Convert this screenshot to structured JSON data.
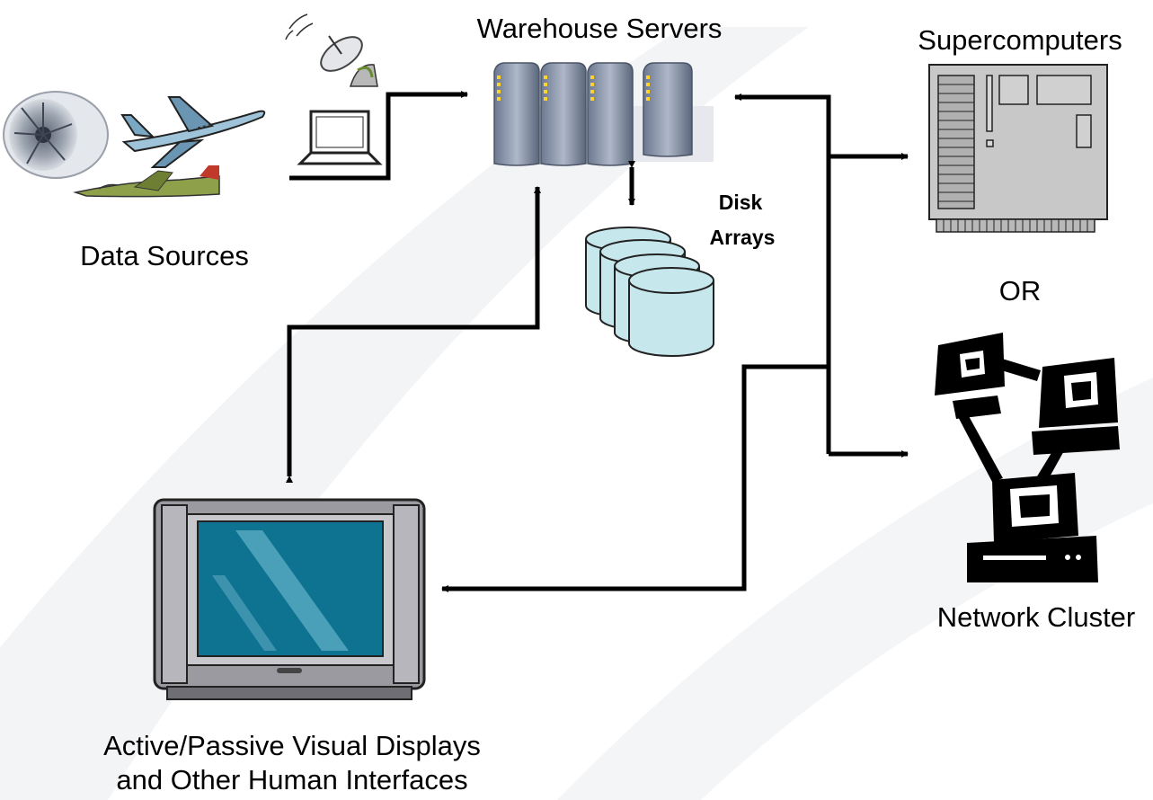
{
  "labels": {
    "warehouse": "Warehouse Servers",
    "supercomputers": "Supercomputers",
    "data_sources": "Data Sources",
    "disk_line1": "Disk",
    "disk_line2": "Arrays",
    "or": "OR",
    "network_cluster": "Network Cluster",
    "displays_line1": "Active/Passive Visual Displays",
    "displays_line2": "and Other Human Interfaces"
  },
  "colors": {
    "server_front": "#8a95a8",
    "server_side": "#5f6b80",
    "disk_fill": "#c6e7ec",
    "screen": "#0e7390",
    "tv_body": "#9a9aa0",
    "supercomputer": "#c8c8c8"
  },
  "icons": {
    "data_sources": [
      "jet-engine-icon",
      "airliner-icon",
      "fighter-jet-icon",
      "satellite-dish-icon",
      "laptop-icon"
    ],
    "warehouse": "server-rack-icon",
    "storage": "disk-array-icon",
    "supercomputer": "supercomputer-icon",
    "cluster": "network-cluster-icon",
    "display": "television-icon"
  }
}
